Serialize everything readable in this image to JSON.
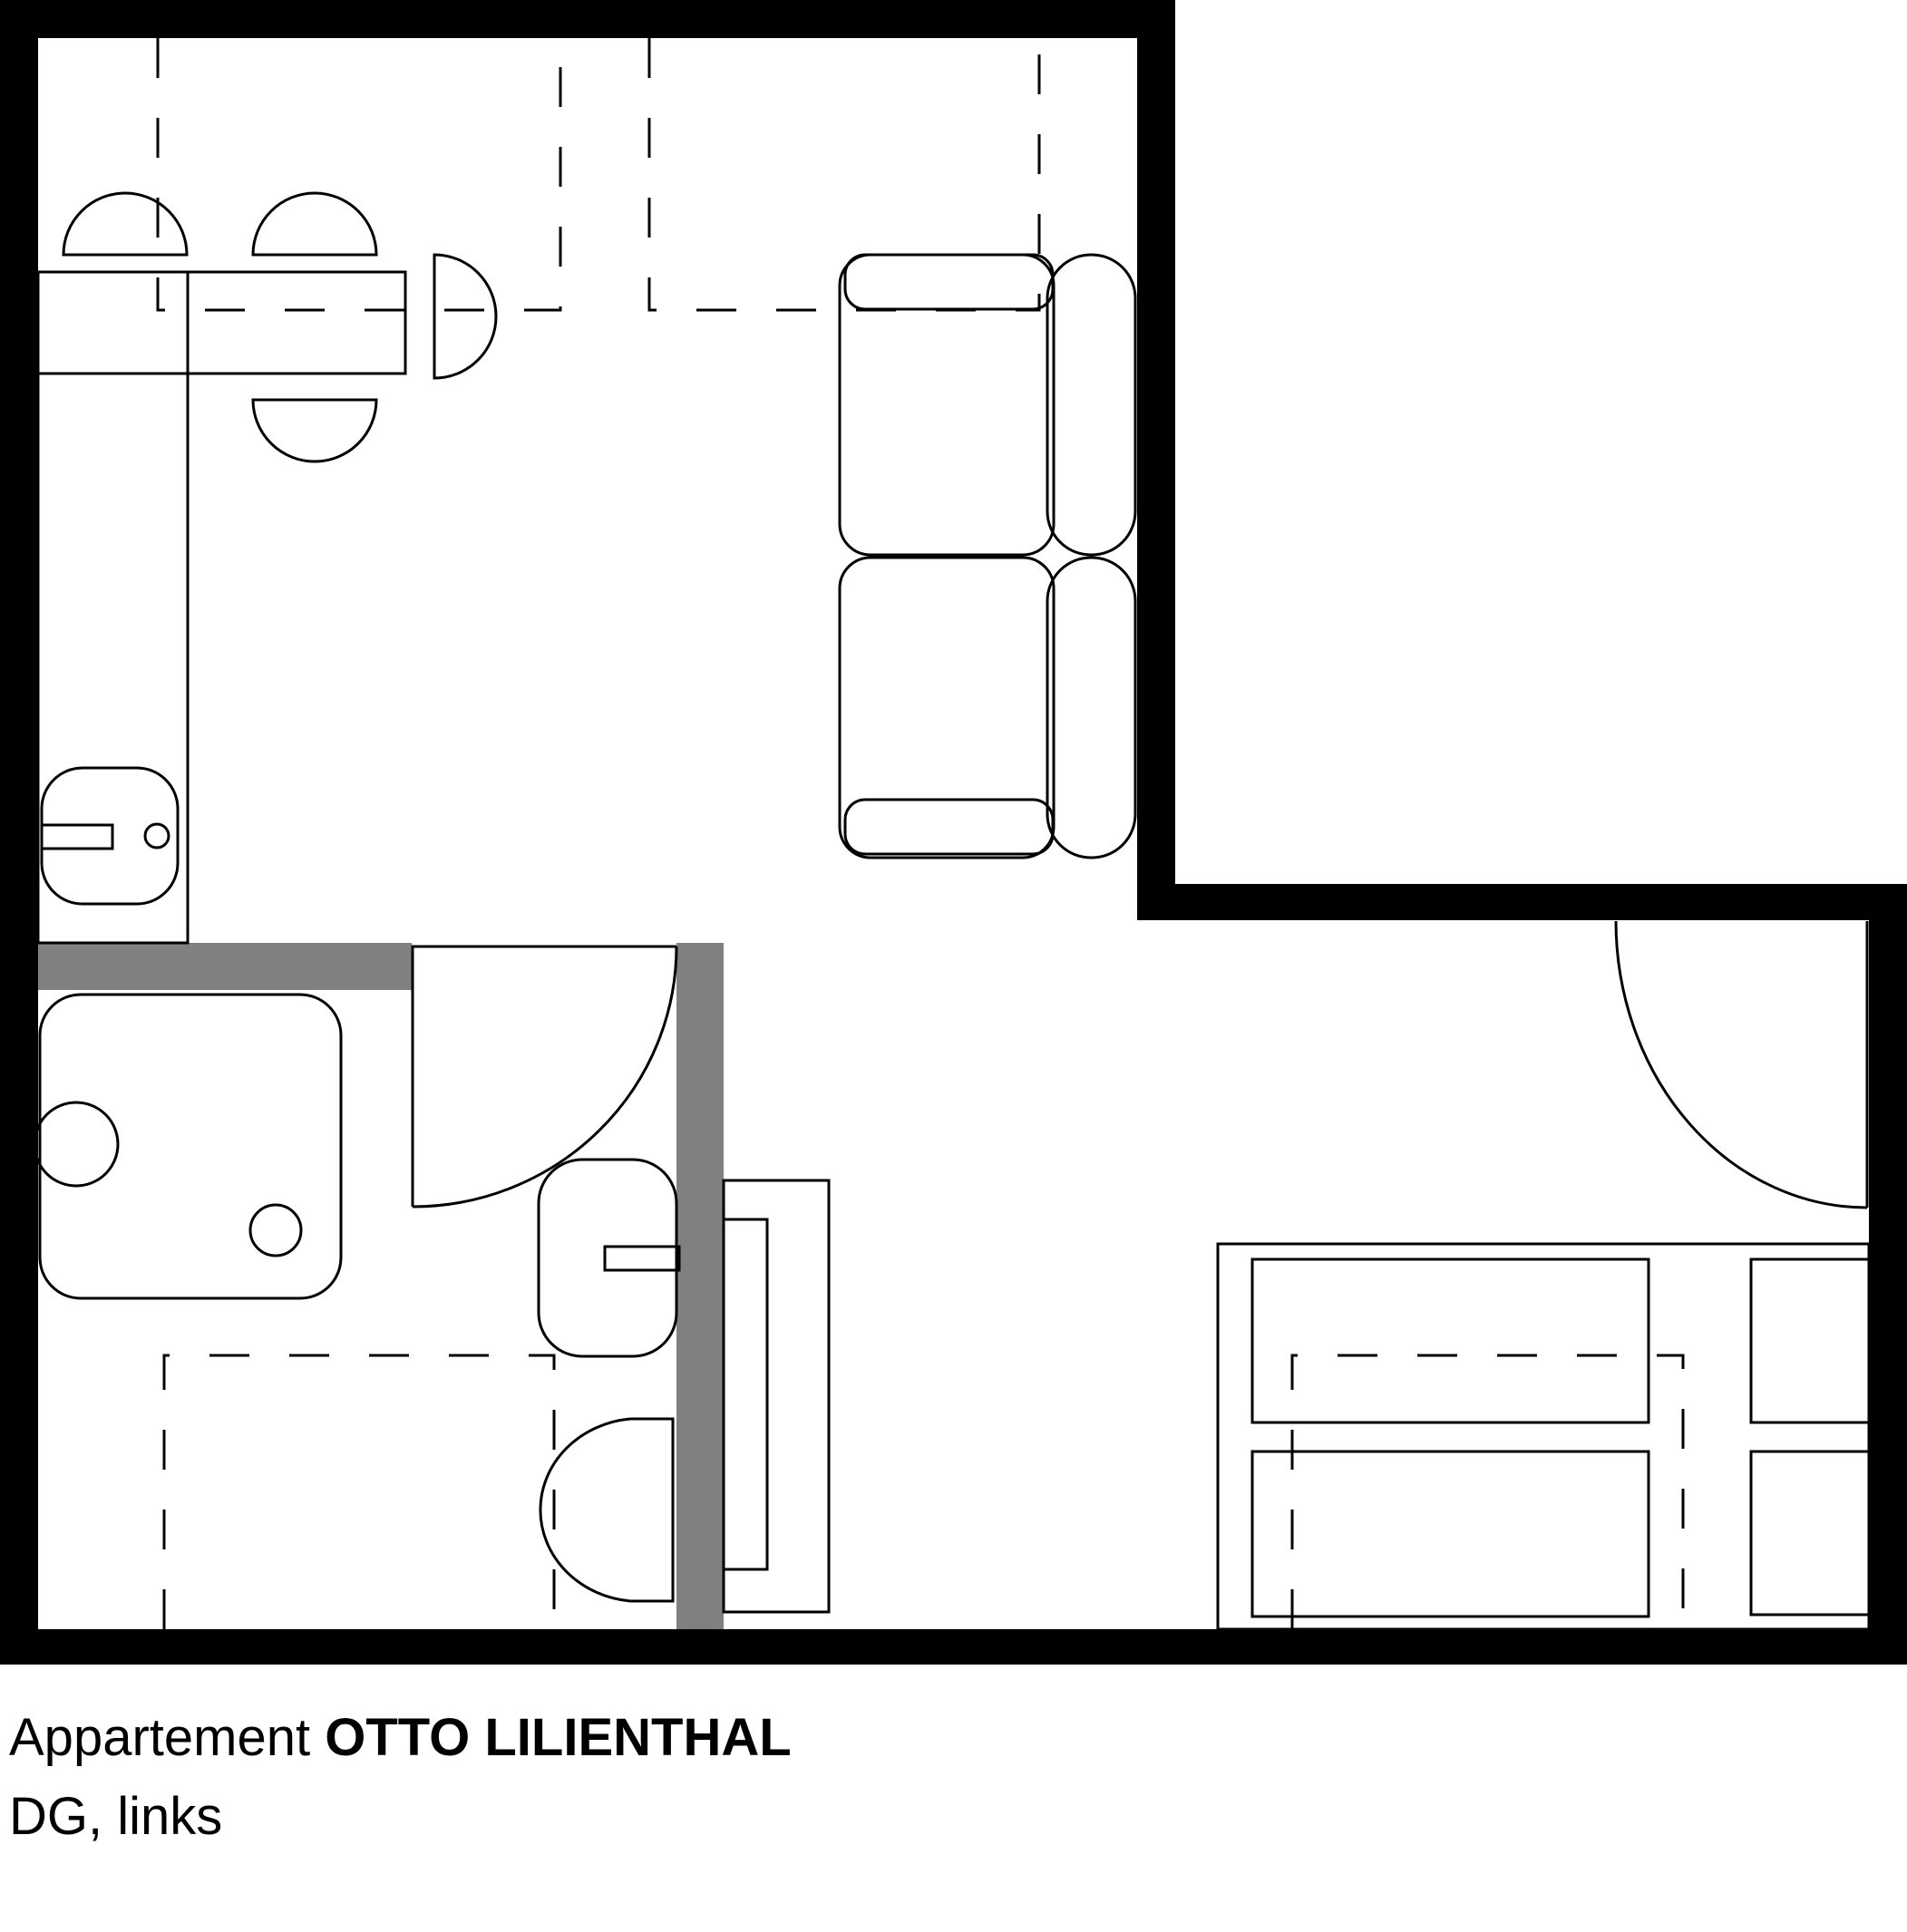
{
  "caption": {
    "prefix": "Appartement",
    "name": "OTTO LILIENTHAL",
    "floor": "DG, links"
  },
  "colors": {
    "wall": "#000000",
    "partition": "#808080",
    "line": "#000000",
    "background": "#ffffff"
  }
}
